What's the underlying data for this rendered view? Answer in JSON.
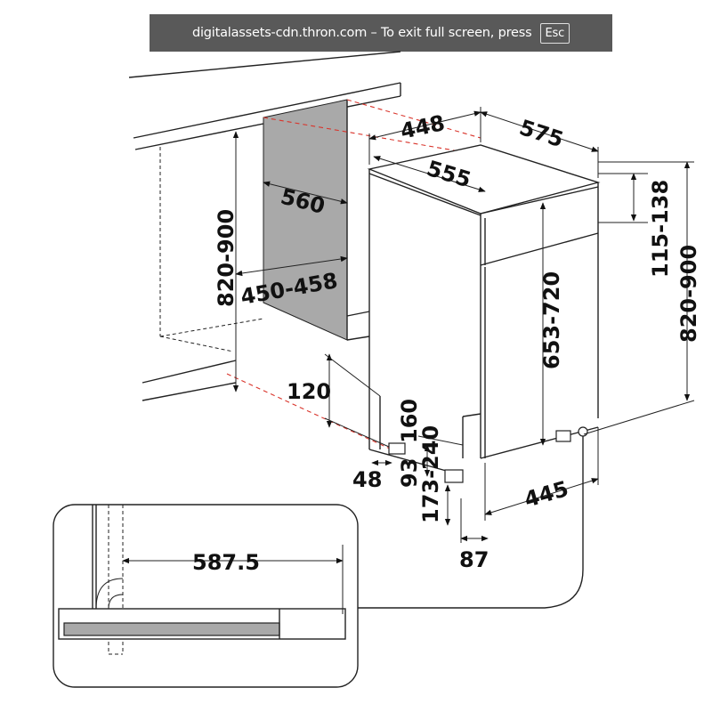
{
  "banner": {
    "text": "digitalassets-cdn.thron.com – To exit full screen, press",
    "key": "Esc"
  },
  "dimensions": {
    "d448": "448",
    "d575": "575",
    "d555": "555",
    "d560": "560",
    "d820_900_left": "820-900",
    "d450_458": "450-458",
    "d115_138": "115-138",
    "d820_900_right": "820-900",
    "d653_720": "653-720",
    "d120": "120",
    "d160": "160",
    "d93": "93",
    "d173_240": "173-240",
    "d48": "48",
    "d445": "445",
    "d87": "87",
    "d587_5": "587.5"
  },
  "colors": {
    "cabinet_fill": "#a9a9a9",
    "guide_lines": "#d9342b",
    "banner_bg": "#595959"
  }
}
